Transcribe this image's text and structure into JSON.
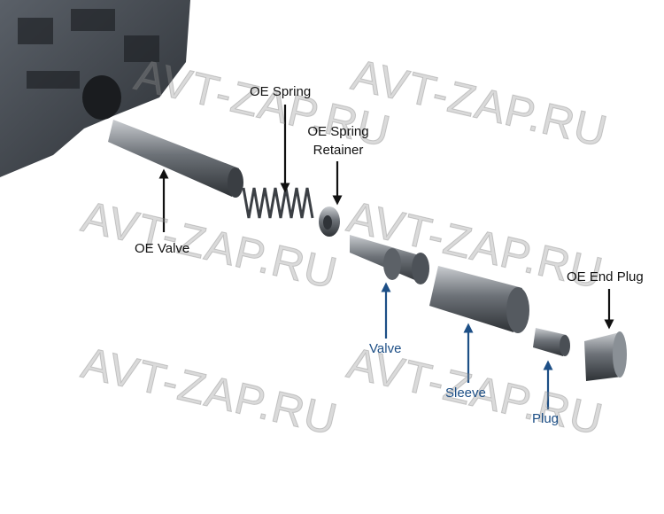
{
  "labels": {
    "oe_spring": "OE Spring",
    "oe_spring_retainer_line1": "OE Spring",
    "oe_spring_retainer_line2": "Retainer",
    "oe_valve": "OE Valve",
    "oe_end_plug": "OE End Plug",
    "valve": "Valve",
    "sleeve": "Sleeve",
    "plug": "Plug"
  },
  "watermark": "AVT-ZAP.RU",
  "colors": {
    "oe_label": "#111111",
    "new_part_label": "#1d4f86",
    "watermark": "#969696"
  }
}
